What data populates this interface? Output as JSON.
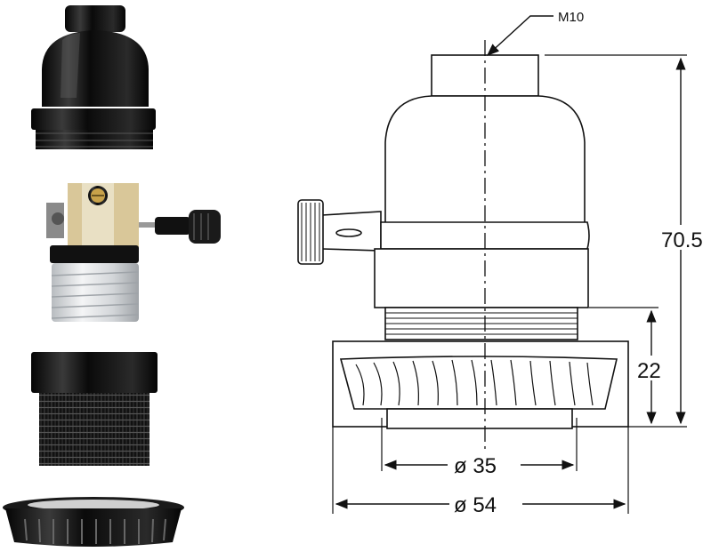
{
  "labels": {
    "thread": "M10",
    "height_total": "70.5",
    "height_shell": "22",
    "diameter_inner": "ø 35",
    "diameter_outer": "ø 54"
  },
  "colors": {
    "line": "#111111",
    "bakelite": "#0d0d0d",
    "brass": "#c8a24a",
    "insulator": "#e6e8ea"
  },
  "parts": [
    "cap-icon",
    "switch-body-icon",
    "threaded-shell-icon",
    "shade-ring-icon"
  ]
}
